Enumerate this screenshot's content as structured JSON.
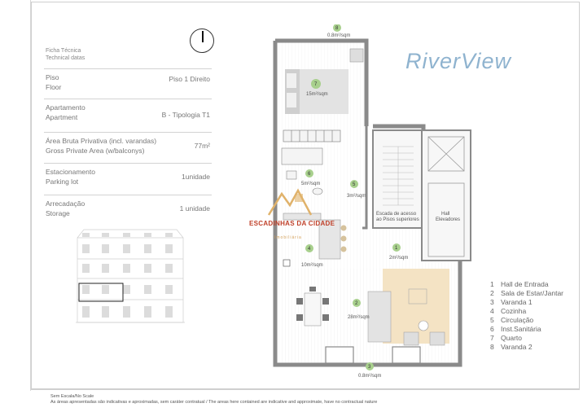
{
  "sheet": {
    "title_pt": "Ficha Técnica",
    "title_en": "Technical datas"
  },
  "specs": [
    {
      "label_pt": "Piso",
      "label_en": "Floor",
      "value": "Piso 1 Direito"
    },
    {
      "label_pt": "Apartamento",
      "label_en": "Apartment",
      "value": "B - Tipologia T1"
    },
    {
      "label_pt": "Área Bruta Privativa (incl. varandas)",
      "label_en": "Gross Private Area (w/balconys)",
      "value": "77m²"
    },
    {
      "label_pt": "Estacionamento",
      "label_en": "Parking lot",
      "value": "1unidade"
    },
    {
      "label_pt": "Arrecadação",
      "label_en": "Storage",
      "value": "1 unidade"
    }
  ],
  "brand": "RiverView",
  "watermark": {
    "name": "ESCADINHAS DA CIDADE",
    "sub": "Imobiliária"
  },
  "plan": {
    "rooms": [
      {
        "num": "8",
        "area": "0.8m²/sqm"
      },
      {
        "num": "7",
        "area": "15m²/sqm"
      },
      {
        "num": "6",
        "area": "5m²/sqm"
      },
      {
        "num": "5",
        "area": "3m²/sqm"
      },
      {
        "num": "4",
        "area": "10m²/sqm"
      },
      {
        "num": "1",
        "area": "2m²/sqm"
      },
      {
        "num": "2",
        "area": "28m²/sqm"
      },
      {
        "num": "3",
        "area": "0.8m²/sqm"
      }
    ],
    "stairs_label_1": "Escada de acesso",
    "stairs_label_2": "ao Pisos superiores",
    "hall_label_1": "Hall",
    "hall_label_2": "Elevadores"
  },
  "legend": [
    {
      "num": "1",
      "text": "Hall de Entrada"
    },
    {
      "num": "2",
      "text": "Sala de Estar/Jantar"
    },
    {
      "num": "3",
      "text": "Varanda 1"
    },
    {
      "num": "4",
      "text": "Cozinha"
    },
    {
      "num": "5",
      "text": "Circulação"
    },
    {
      "num": "6",
      "text": "Inst.Sanitária"
    },
    {
      "num": "7",
      "text": "Quarto"
    },
    {
      "num": "8",
      "text": "Varanda 2"
    }
  ],
  "footer": {
    "line1": "Sem Escala/No Scale",
    "line2": "As áreas apresentadas são indicativas e aproximadas, sem caráter contratual / The areas here contained are indicative and approximate, have no contractual nature"
  },
  "colors": {
    "brand": "#8fb3cf",
    "room_badge": "#a8d08d",
    "rug": "#f4e3c4",
    "wall": "#8a8a8a",
    "watermark": "#c0412a"
  }
}
